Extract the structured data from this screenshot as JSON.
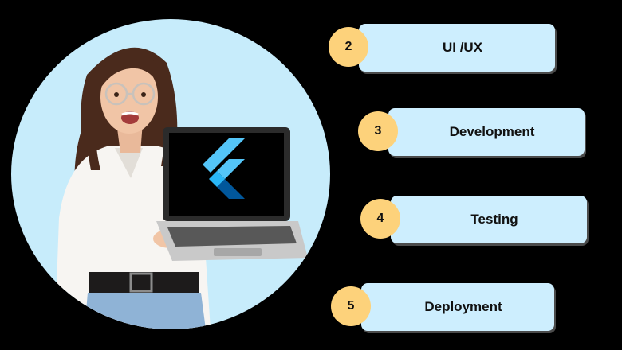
{
  "steps": [
    {
      "number": "2",
      "label": "UI /UX"
    },
    {
      "number": "3",
      "label": "Development"
    },
    {
      "number": "4",
      "label": "Testing"
    },
    {
      "number": "5",
      "label": "Deployment"
    }
  ],
  "colors": {
    "background": "#000000",
    "circle": "#c7ecfb",
    "card": "#cdeefe",
    "badge": "#fdd27b",
    "flutter_light": "#54c5f8",
    "flutter_dark": "#01579b"
  },
  "icons": [
    "flutter-logo-icon"
  ]
}
